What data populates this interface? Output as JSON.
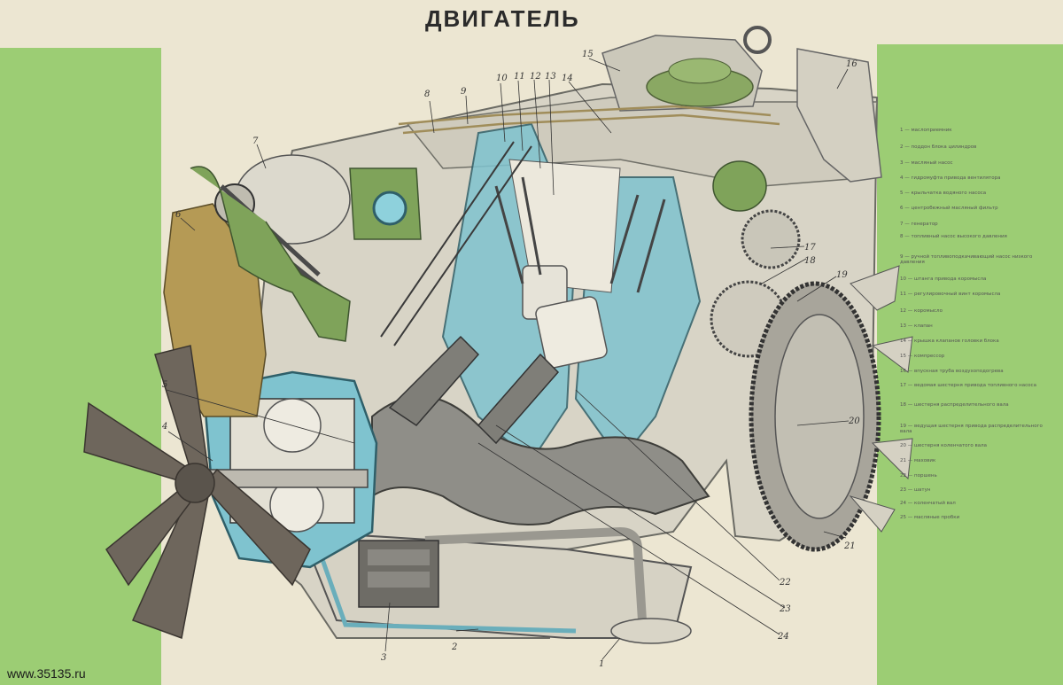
{
  "poster": {
    "title": "ДВИГАТЕЛЬ",
    "watermark": "www.35135.ru"
  },
  "colors": {
    "background_green": "#9ccd74",
    "paper": "#ece6d2",
    "section_blue": "#7fc3cf",
    "olive_housing": "#b59a55",
    "green_components": "#7fa35a",
    "metal_grey": "#9a9890",
    "fan_blade": "#6e665c"
  },
  "callouts": [
    "1",
    "2",
    "3",
    "4",
    "5",
    "6",
    "7",
    "8",
    "9",
    "10",
    "11",
    "12",
    "13",
    "14",
    "15",
    "16",
    "17",
    "18",
    "19",
    "20",
    "21",
    "22",
    "23",
    "24"
  ],
  "legend": [
    "1 — маслоприемник",
    "2 — поддон блока цилиндров",
    "3 — масляный насос",
    "4 — гидромуфта привода вентилятора",
    "5 — крыльчатка водяного насоса",
    "6 — центробежный масляный фильтр",
    "7 — генератор",
    "8 — топливный насос высокого давления",
    "9 — ручной топливоподкачивающий насос низкого давления",
    "10 — штанга привода коромысла",
    "11 — регулировочный винт коромысла",
    "12 — коромысло",
    "13 — клапан",
    "14 — крышка клапанов головки блока",
    "15 — компрессор",
    "16 — впускная труба воздухоподогрева",
    "17 — ведомая шестерня привода топливного насоса",
    "18 — шестерня распределительного вала",
    "19 — ведущая шестерня привода распределительного вала",
    "20 — шестерня коленчатого вала",
    "21 — маховик",
    "22 — поршень",
    "23 — шатун",
    "24 — коленчатый вал",
    "25 — масляные пробки"
  ]
}
